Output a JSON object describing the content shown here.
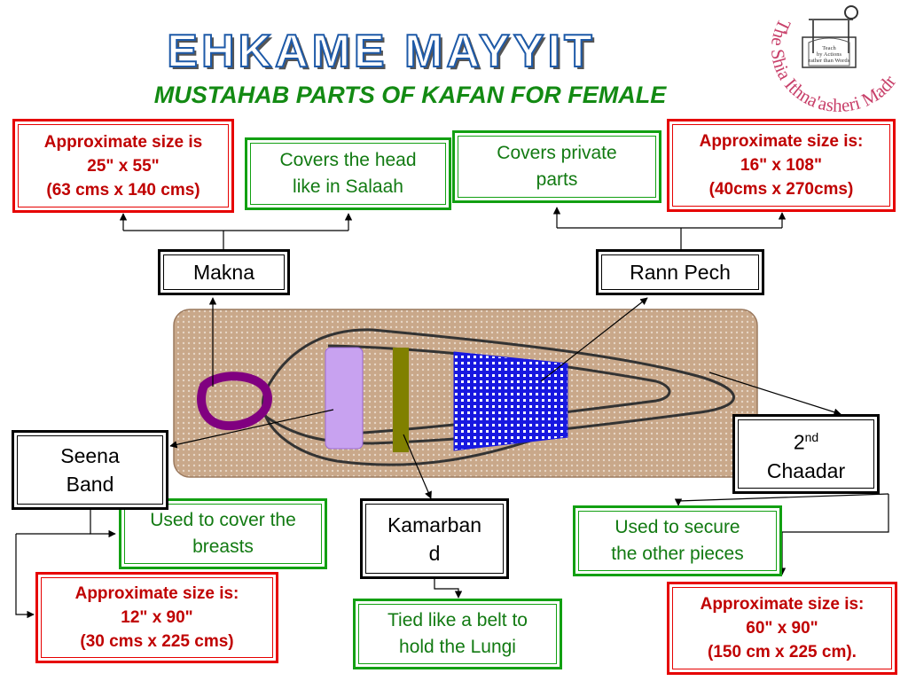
{
  "title": "EHKAME MAYYIT",
  "subtitle": "MUSTAHAB PARTS OF KAFAN FOR FEMALE",
  "logo": {
    "arc_text": "The Shia Ithna'asheri Madressa",
    "inner_text": [
      "Teach",
      "by Actions",
      "rather than Words"
    ],
    "color": "#c8406a"
  },
  "parts": {
    "makna": "Makna",
    "rann_pech": "Rann Pech",
    "seena_band": [
      "Seena",
      "Band"
    ],
    "kamarband": [
      "Kamarban",
      "d"
    ],
    "chaadar_base": "2",
    "chaadar_sup": "nd",
    "chaadar_word": "Chaadar"
  },
  "descriptions": {
    "makna": [
      "Covers the head",
      "like in Salaah"
    ],
    "rann_pech": [
      "Covers private",
      "parts"
    ],
    "seena_band": [
      "Used to cover the",
      "breasts"
    ],
    "kamarband": [
      "Tied like a belt to",
      "hold the Lungi"
    ],
    "chaadar": [
      "Used to secure",
      "the other pieces"
    ]
  },
  "sizes": {
    "makna": [
      "Approximate size is",
      "25\" x 55\"",
      "(63 cms x 140 cms)"
    ],
    "rann_pech": [
      "Approximate size is:",
      "16\" x 108\"",
      "(40cms x 270cms)"
    ],
    "seena_band": [
      "Approximate size is:",
      "12\" x 90\"",
      "(30 cms x 225 cms)"
    ],
    "chaadar": [
      "Approximate size is:",
      "60\" x 90\"",
      "(150 cm x 225 cm)."
    ]
  },
  "colors": {
    "size_border": "#e60000",
    "size_text": "#c00000",
    "desc_border": "#12a012",
    "desc_text": "#127a12",
    "title_outline": "#1e5aa8",
    "subtitle": "#138a13",
    "mat": "#c9a88a",
    "head_ring": "#800080",
    "seena_band_piece": "#c8a2f0",
    "kamarband_piece": "#808000",
    "rann_pech_piece": "#1818e0"
  }
}
